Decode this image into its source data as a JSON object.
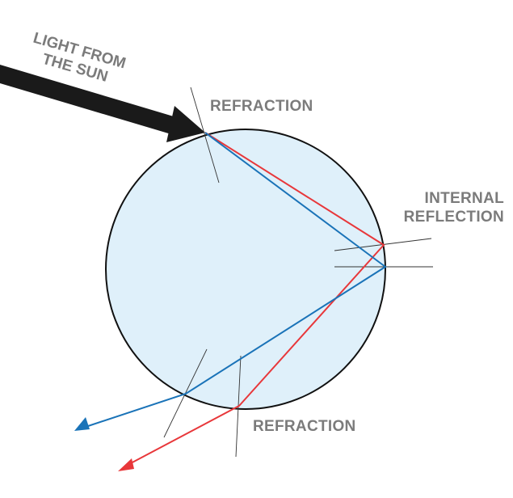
{
  "labels": {
    "light_from_sun_line1": "LIGHT FROM",
    "light_from_sun_line2": "THE SUN",
    "refraction_top": "REFRACTION",
    "internal_reflection_line1": "INTERNAL",
    "internal_reflection_line2": "REFLECTION",
    "refraction_bottom": "REFRACTION"
  },
  "colors": {
    "droplet_fill": "#dff0fa",
    "droplet_stroke": "#111111",
    "sun_arrow": "#1a1a1a",
    "red_ray": "#e8373a",
    "blue_ray": "#1a73b8",
    "normal_line": "#333333",
    "label_gray": "#7b7b7b"
  }
}
